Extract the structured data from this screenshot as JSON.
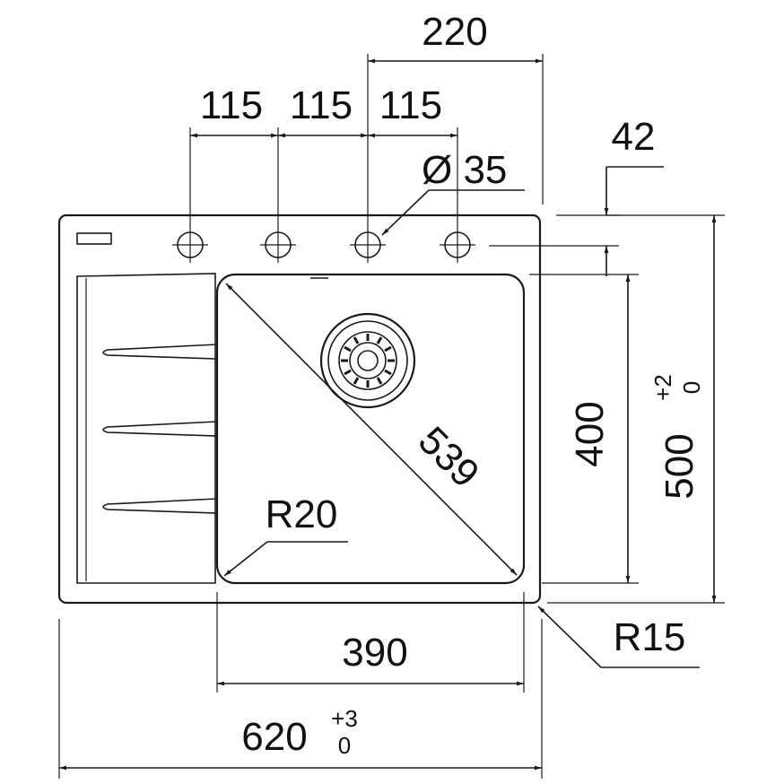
{
  "diagram": {
    "dimensions": {
      "hole_spacing_total": "220",
      "hole_spacing_1": "115",
      "hole_spacing_2": "115",
      "hole_spacing_3": "115",
      "hole_diameter": "Ø 35",
      "hole_edge_offset": "42",
      "diagonal": "539",
      "inner_radius": "R20",
      "bowl_height": "400",
      "total_height": "500",
      "total_height_tol_upper": "+2",
      "total_height_tol_lower": "0",
      "bowl_width": "390",
      "total_width": "620",
      "total_width_tol_upper": "+3",
      "total_width_tol_lower": "0",
      "outer_radius": "R15"
    }
  }
}
